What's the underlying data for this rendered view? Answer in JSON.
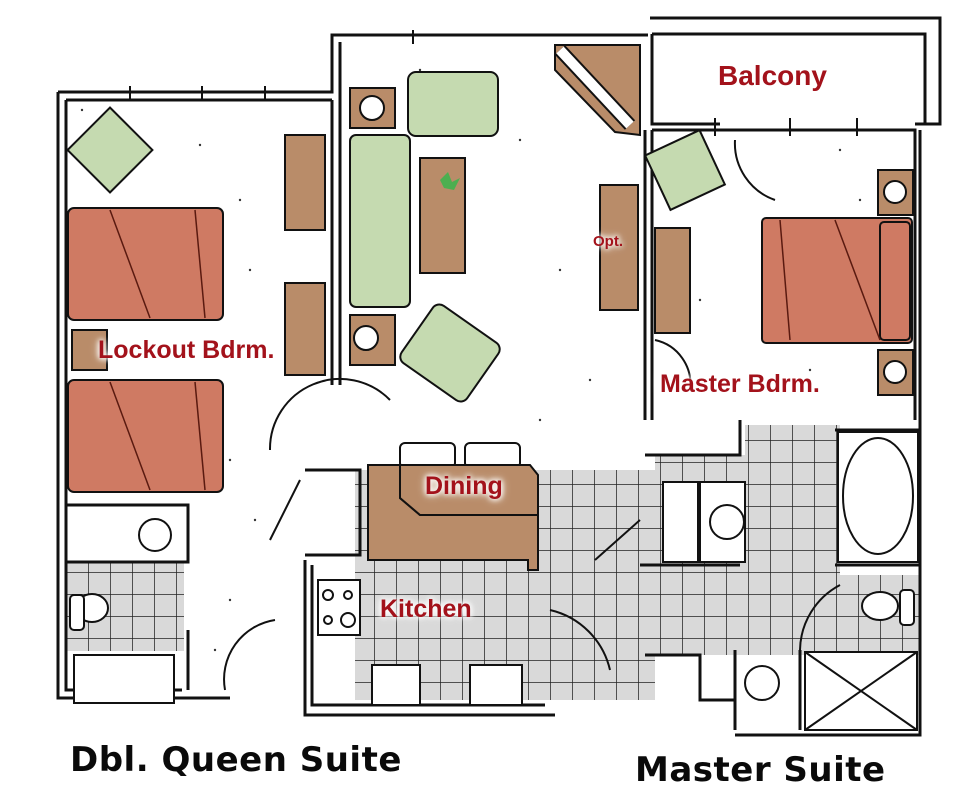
{
  "rooms": {
    "balcony": "Balcony",
    "lockout_bedroom": "Lockout Bdrm.",
    "master_bedroom": "Master Bdrm.",
    "dining": "Dining",
    "kitchen": "Kitchen",
    "optional_note": "Opt."
  },
  "suites": {
    "left": "Dbl. Queen Suite",
    "right": "Master Suite"
  },
  "colors": {
    "bed": "#cf7a63",
    "sofa": "#c5dab0",
    "wood": "#b98c69",
    "tile": "#d9d9d9",
    "label": "#a3121b",
    "wall": "#111111"
  }
}
